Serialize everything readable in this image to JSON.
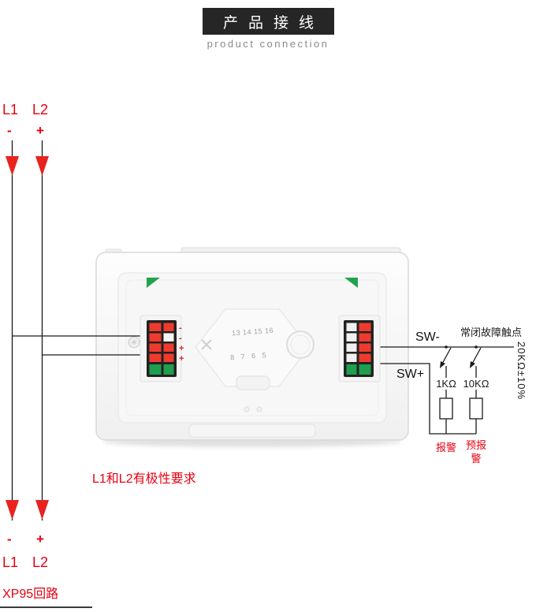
{
  "header": {
    "title": "产品接线",
    "subtitle": "product connection"
  },
  "loop_top": {
    "l1": "L1",
    "l2": "L2",
    "l1_polarity": "-",
    "l2_polarity": "+"
  },
  "loop_bottom": {
    "l1_polarity": "-",
    "l2_polarity": "+",
    "l1": "L1",
    "l2": "L2",
    "loop_name": "XP95回路"
  },
  "notes": {
    "polarity_note": "L1和L2有极性要求"
  },
  "switch_circuit": {
    "sw_minus": "SW-",
    "sw_plus": "SW+",
    "fault_contact": "常闭故障触点",
    "resistor1": "1KΩ",
    "resistor2": "10KΩ",
    "alarm": "报警",
    "prealarm": "预报警",
    "total_resistance": "20KΩ±10%"
  },
  "device": {
    "terminal_numbers_row1": "13 14 15 16",
    "terminal_numbers_row2": "8 7 6 5",
    "left_terminal_marks": [
      "-",
      "-",
      "+",
      "+"
    ]
  },
  "colors": {
    "accent_red": "#e60012",
    "banner_bg": "#262626",
    "subtitle_gray": "#8a8a8a",
    "wire": "#1a1a1a",
    "terminal_red": "#ef3b2f",
    "connector_green": "#1f9e4e"
  }
}
